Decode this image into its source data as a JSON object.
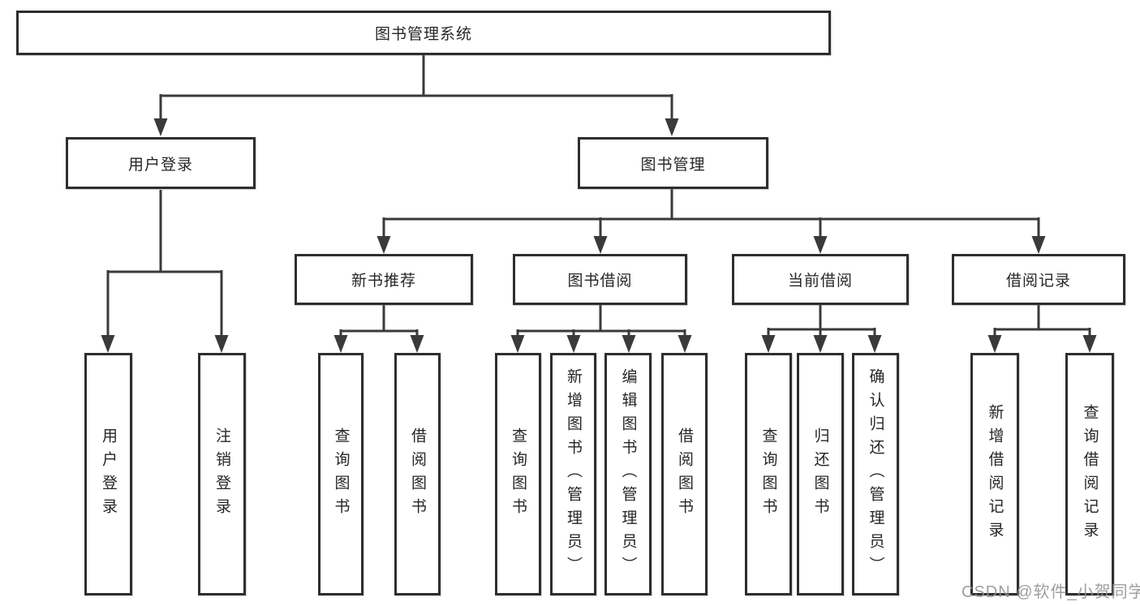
{
  "diagram": {
    "root": {
      "label": "图书管理系统"
    },
    "level2": {
      "user_login": {
        "label": "用户登录"
      },
      "book_mgmt": {
        "label": "图书管理"
      }
    },
    "level3": {
      "new_book_rec": {
        "label": "新书推荐"
      },
      "book_borrow": {
        "label": "图书借阅"
      },
      "current_borrow": {
        "label": "当前借阅"
      },
      "borrow_records": {
        "label": "借阅记录"
      }
    },
    "leaves": {
      "user_login_leaf": {
        "label": "用户登录"
      },
      "logout": {
        "label": "注销登录"
      },
      "nb_query": {
        "label": "查询图书"
      },
      "nb_borrow": {
        "label": "借阅图书"
      },
      "bb_query": {
        "label": "查询图书"
      },
      "bb_add": {
        "label": "新增图书（管理员）"
      },
      "bb_edit": {
        "label": "编辑图书（管理员）"
      },
      "bb_borrow": {
        "label": "借阅图书"
      },
      "cb_query": {
        "label": "查询图书"
      },
      "cb_return": {
        "label": "归还图书"
      },
      "cb_confirm": {
        "label": "确认归还（管理员）"
      },
      "br_add": {
        "label": "新增借阅记录"
      },
      "br_query": {
        "label": "查询借阅记录"
      }
    },
    "watermark": "CSDN @软件_小贺同学",
    "colors": {
      "line": "#3a3a3a",
      "box_border": "#2e2e2e",
      "text": "#262626",
      "watermark": "#949494",
      "background": "#ffffff"
    }
  }
}
